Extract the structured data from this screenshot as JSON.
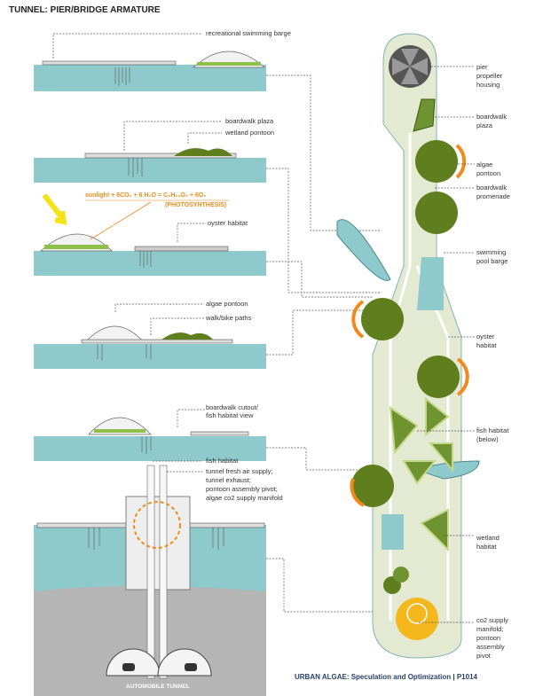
{
  "title": "TUNNEL: PIER/BRIDGE ARMATURE",
  "sections": [
    {
      "labels": [
        "recreational swimming barge"
      ]
    },
    {
      "labels": [
        "boardwalk plaza",
        "wetland pontoon"
      ]
    },
    {
      "equation": "sunlight + 6CO₂ + 6 H₂O = C₆H₁₂O₆ + 6O₂",
      "equation_note": "(PHOTOSYNTHESIS)",
      "labels": [
        "oyster habitat"
      ]
    },
    {
      "labels": [
        "algae pontoon",
        "walk/bike paths"
      ]
    },
    {
      "labels": [
        "boardwalk cutout/",
        "fish habitat view",
        "fish habitat"
      ]
    },
    {
      "labels": [
        "tunnel fresh air supply;",
        "tunnel exhaust;",
        "pontoon assembly pivot;",
        "algae co2 supply manifold"
      ],
      "tunnel_label": "AUTOMOBILE TUNNEL"
    }
  ],
  "plan_labels": [
    [
      "pier",
      "propeller",
      "housing"
    ],
    [
      "boardwalk",
      "plaza"
    ],
    [
      "algae",
      "pontoon"
    ],
    [
      "boardwalk",
      "promenade"
    ],
    [
      "swimming",
      "pool barge"
    ],
    [
      "oyster",
      "habitat"
    ],
    [
      "fish habitat",
      "(below)"
    ],
    [
      "wetland",
      "habitat"
    ],
    [
      "co2 supply",
      "manifold;",
      "pontoon",
      "assembly",
      "pivot"
    ]
  ],
  "footer": "URBAN ALGAE:  Speculation and Optimization | P1014",
  "colors": {
    "water": "#8ec9cb",
    "algae": "#5f7f1f",
    "orange": "#f08a1c",
    "pier": "#e4ead2",
    "ground": "#b5b5b5"
  }
}
